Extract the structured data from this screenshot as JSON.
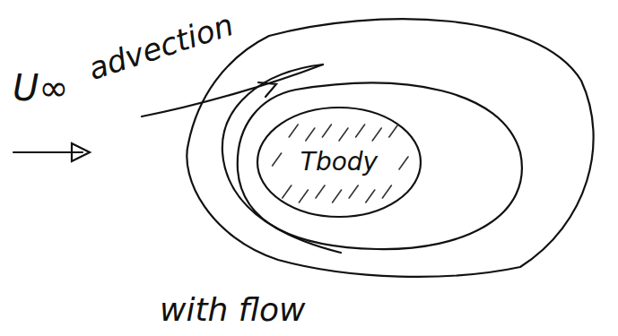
{
  "diagram": {
    "nodes": [
      {
        "text": [
          "Tbody"
        ]
      }
    ],
    "labels": [
      "U∞",
      "advection",
      "with flow"
    ]
  }
}
